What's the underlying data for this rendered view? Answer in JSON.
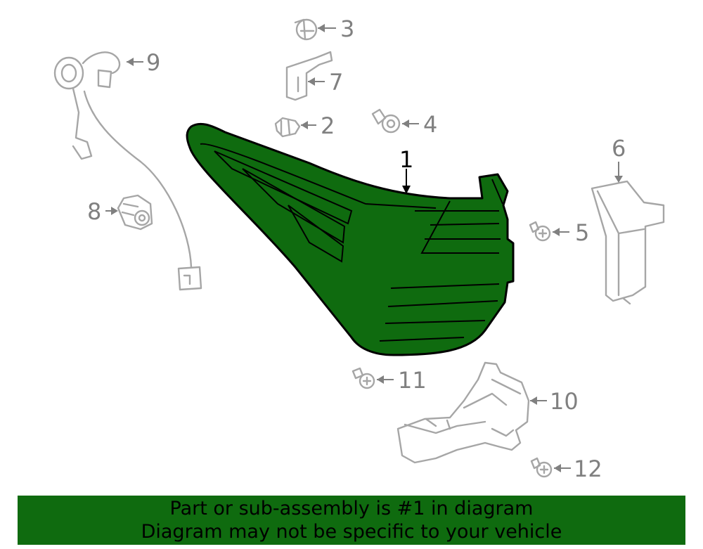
{
  "colors": {
    "highlight_fill": "#0f6b0f",
    "part_stroke": "#a6a6a6",
    "callout_text": "#808080",
    "banner_bg": "#0f6b0f"
  },
  "callouts": {
    "c1": "1",
    "c2": "2",
    "c3": "3",
    "c4": "4",
    "c5": "5",
    "c6": "6",
    "c7": "7",
    "c8": "8",
    "c9": "9",
    "c10": "10",
    "c11": "11",
    "c12": "12"
  },
  "banner": {
    "line1": "Part or sub-assembly is #1 in diagram",
    "line2": "Diagram may not be specific to your vehicle"
  }
}
